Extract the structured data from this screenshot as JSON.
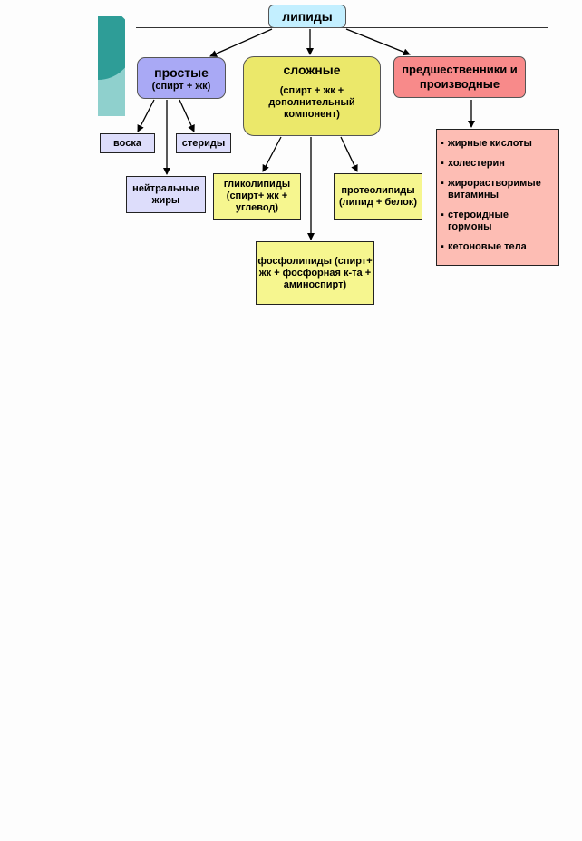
{
  "root": {
    "label": "липиды"
  },
  "simple": {
    "title": "простые",
    "subtitle": "(спирт + жк)"
  },
  "complex": {
    "title": "сложные",
    "subtitle": "(спирт + жк + дополнительный компонент)"
  },
  "derivatives": {
    "title": "предшественники и производные"
  },
  "simple_children": {
    "waxes": "воска",
    "steroids": "стериды",
    "neutral_fats": "нейтральные жиры"
  },
  "complex_children": {
    "glycolipids": "гликолипиды (спирт+ жк + углевод)",
    "proteolipids": "протеолипиды (липид + белок)",
    "phospholipids": "фосфолипиды (спирт+ жк + фосфорная к-та + аминоспирт)"
  },
  "derivatives_list": {
    "bullet": "▪",
    "items": [
      "жирные кислоты",
      "холестерин",
      "жирорастворимые витамины",
      "стероидные гормоны",
      "кетоновые тела"
    ]
  },
  "colors": {
    "root": "#c3efff",
    "simple": "#a9a9f5",
    "complex": "#ebe86a",
    "derivatives": "#f88a8a",
    "leaf_blue": "#ddddfb",
    "leaf_yellow": "#f6f68f",
    "list_bg": "#fdbdb4"
  }
}
